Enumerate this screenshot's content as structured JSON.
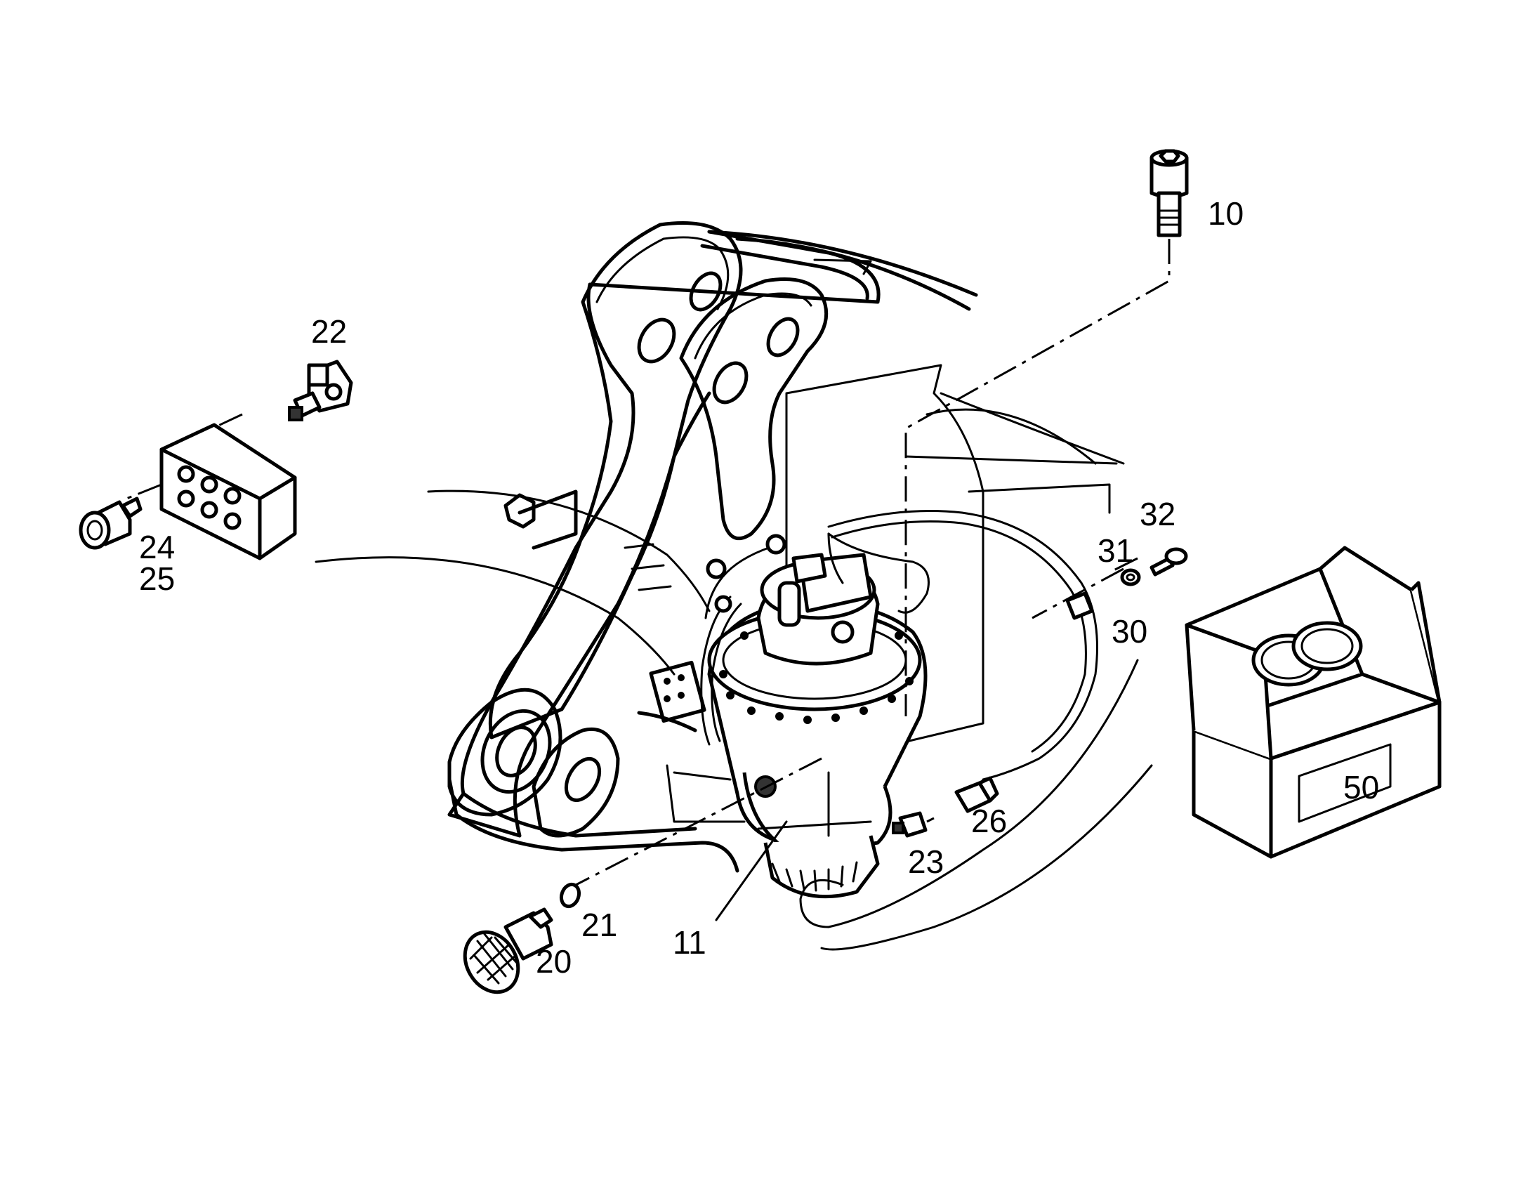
{
  "part_labels": {
    "p10": "10",
    "p11": "11",
    "p20": "20",
    "p21": "21",
    "p22": "22",
    "p23": "23",
    "p24": "24",
    "p25": "25",
    "p26": "26",
    "p30": "30",
    "p31": "31",
    "p32": "32",
    "p50": "50"
  }
}
